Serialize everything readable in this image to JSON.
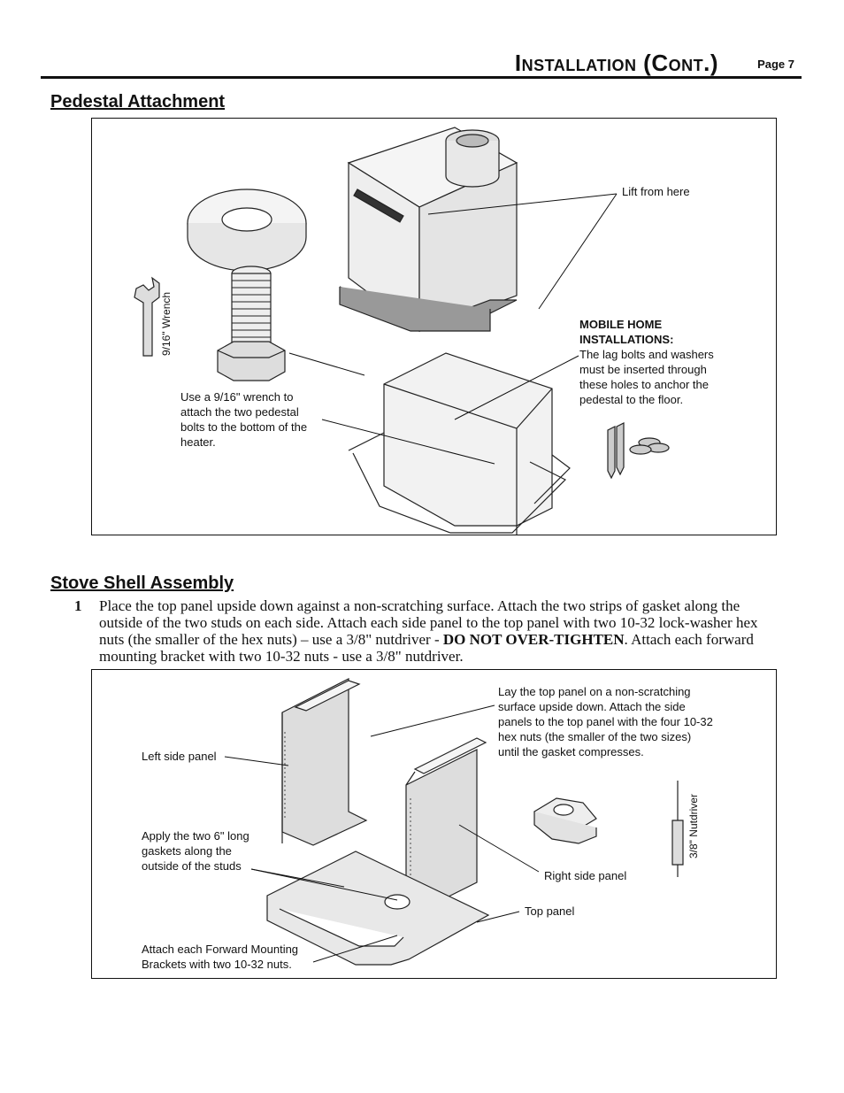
{
  "header": {
    "title": "Installation (Cont.)",
    "page": "Page 7"
  },
  "pedestal": {
    "title": "Pedestal Attachment",
    "wrench_label": "9/16\" Wrench",
    "lift_label": "Lift from here",
    "wrench_instruction": [
      "Use a 9/16\" wrench to",
      "attach the two pedestal",
      "bolts to the bottom of the",
      "heater."
    ],
    "mobile_title": [
      "MOBILE HOME",
      "INSTALLATIONS:"
    ],
    "mobile_body": [
      "The lag bolts and washers",
      "must be inserted through",
      "these holes to anchor the",
      "pedestal to the floor."
    ]
  },
  "shell": {
    "title": "Stove Shell Assembly",
    "step_number": "1",
    "step_text_a": "Place the top panel upside down against a non-scratching surface.  Attach the two strips of gasket along the outside of the two studs on each side.  Attach each side panel to the top panel with two 10-32 lock-washer hex nuts (the smaller of the hex nuts) – use a 3/8\" nutdriver - ",
    "step_text_bold": "DO NOT OVER-TIGHTEN",
    "step_text_b": ".  Attach each forward mounting bracket with two 10-32 nuts - use a 3/8\" nutdriver.",
    "left_panel_label": "Left side panel",
    "gasket_label": [
      "Apply the two 6\" long",
      "gaskets along the",
      "outside of the studs"
    ],
    "bracket_label": [
      "Attach each Forward Mounting",
      "Brackets with two 10-32 nuts."
    ],
    "top_instruction": [
      "Lay the top panel on a non-scratching",
      "surface upside down.  Attach the side",
      "panels to the top panel with the four 10-32",
      "hex nuts (the smaller of the two sizes)",
      "until the gasket compresses."
    ],
    "nutdriver_label": "3/8\" Nutdriver",
    "right_panel_label": "Right side panel",
    "top_panel_label": "Top panel"
  }
}
